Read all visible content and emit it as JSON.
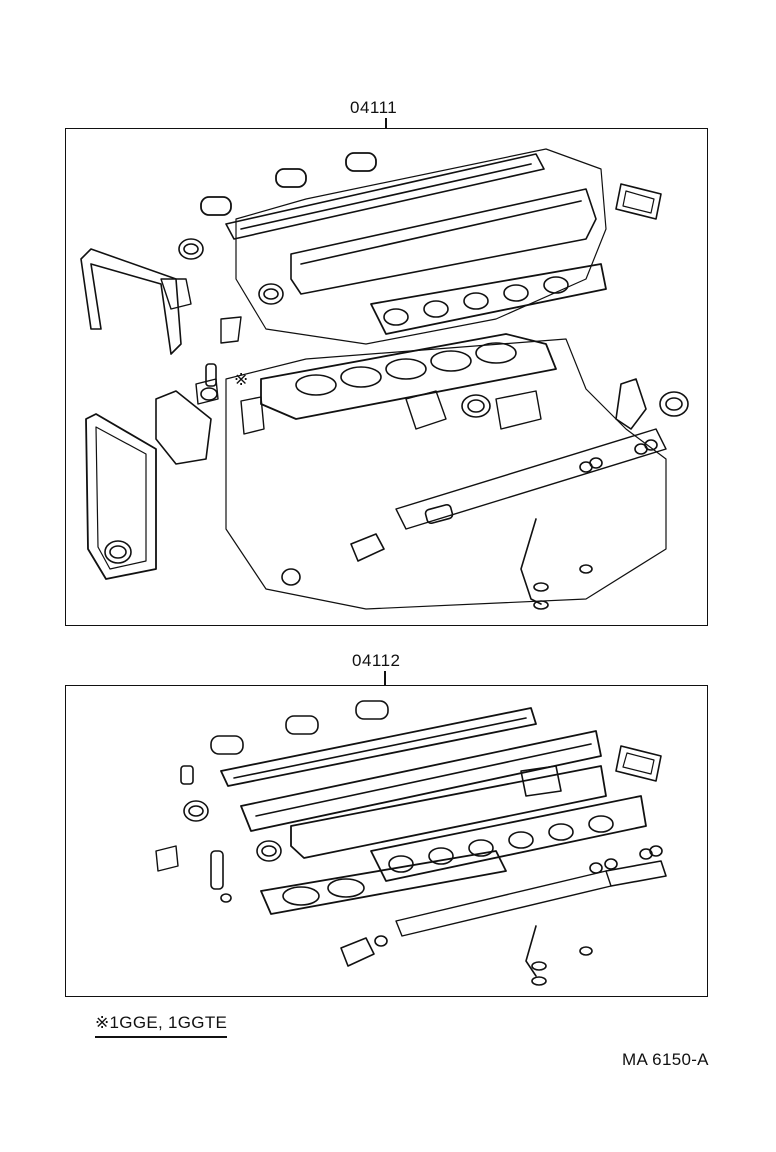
{
  "assemblies": [
    {
      "part_number": "04111"
    },
    {
      "part_number": "04112"
    }
  ],
  "note": {
    "symbol": "※",
    "text": "1GGE, 1GGTE"
  },
  "marker_symbol": "※",
  "drawing_code": "MA 6150-A"
}
